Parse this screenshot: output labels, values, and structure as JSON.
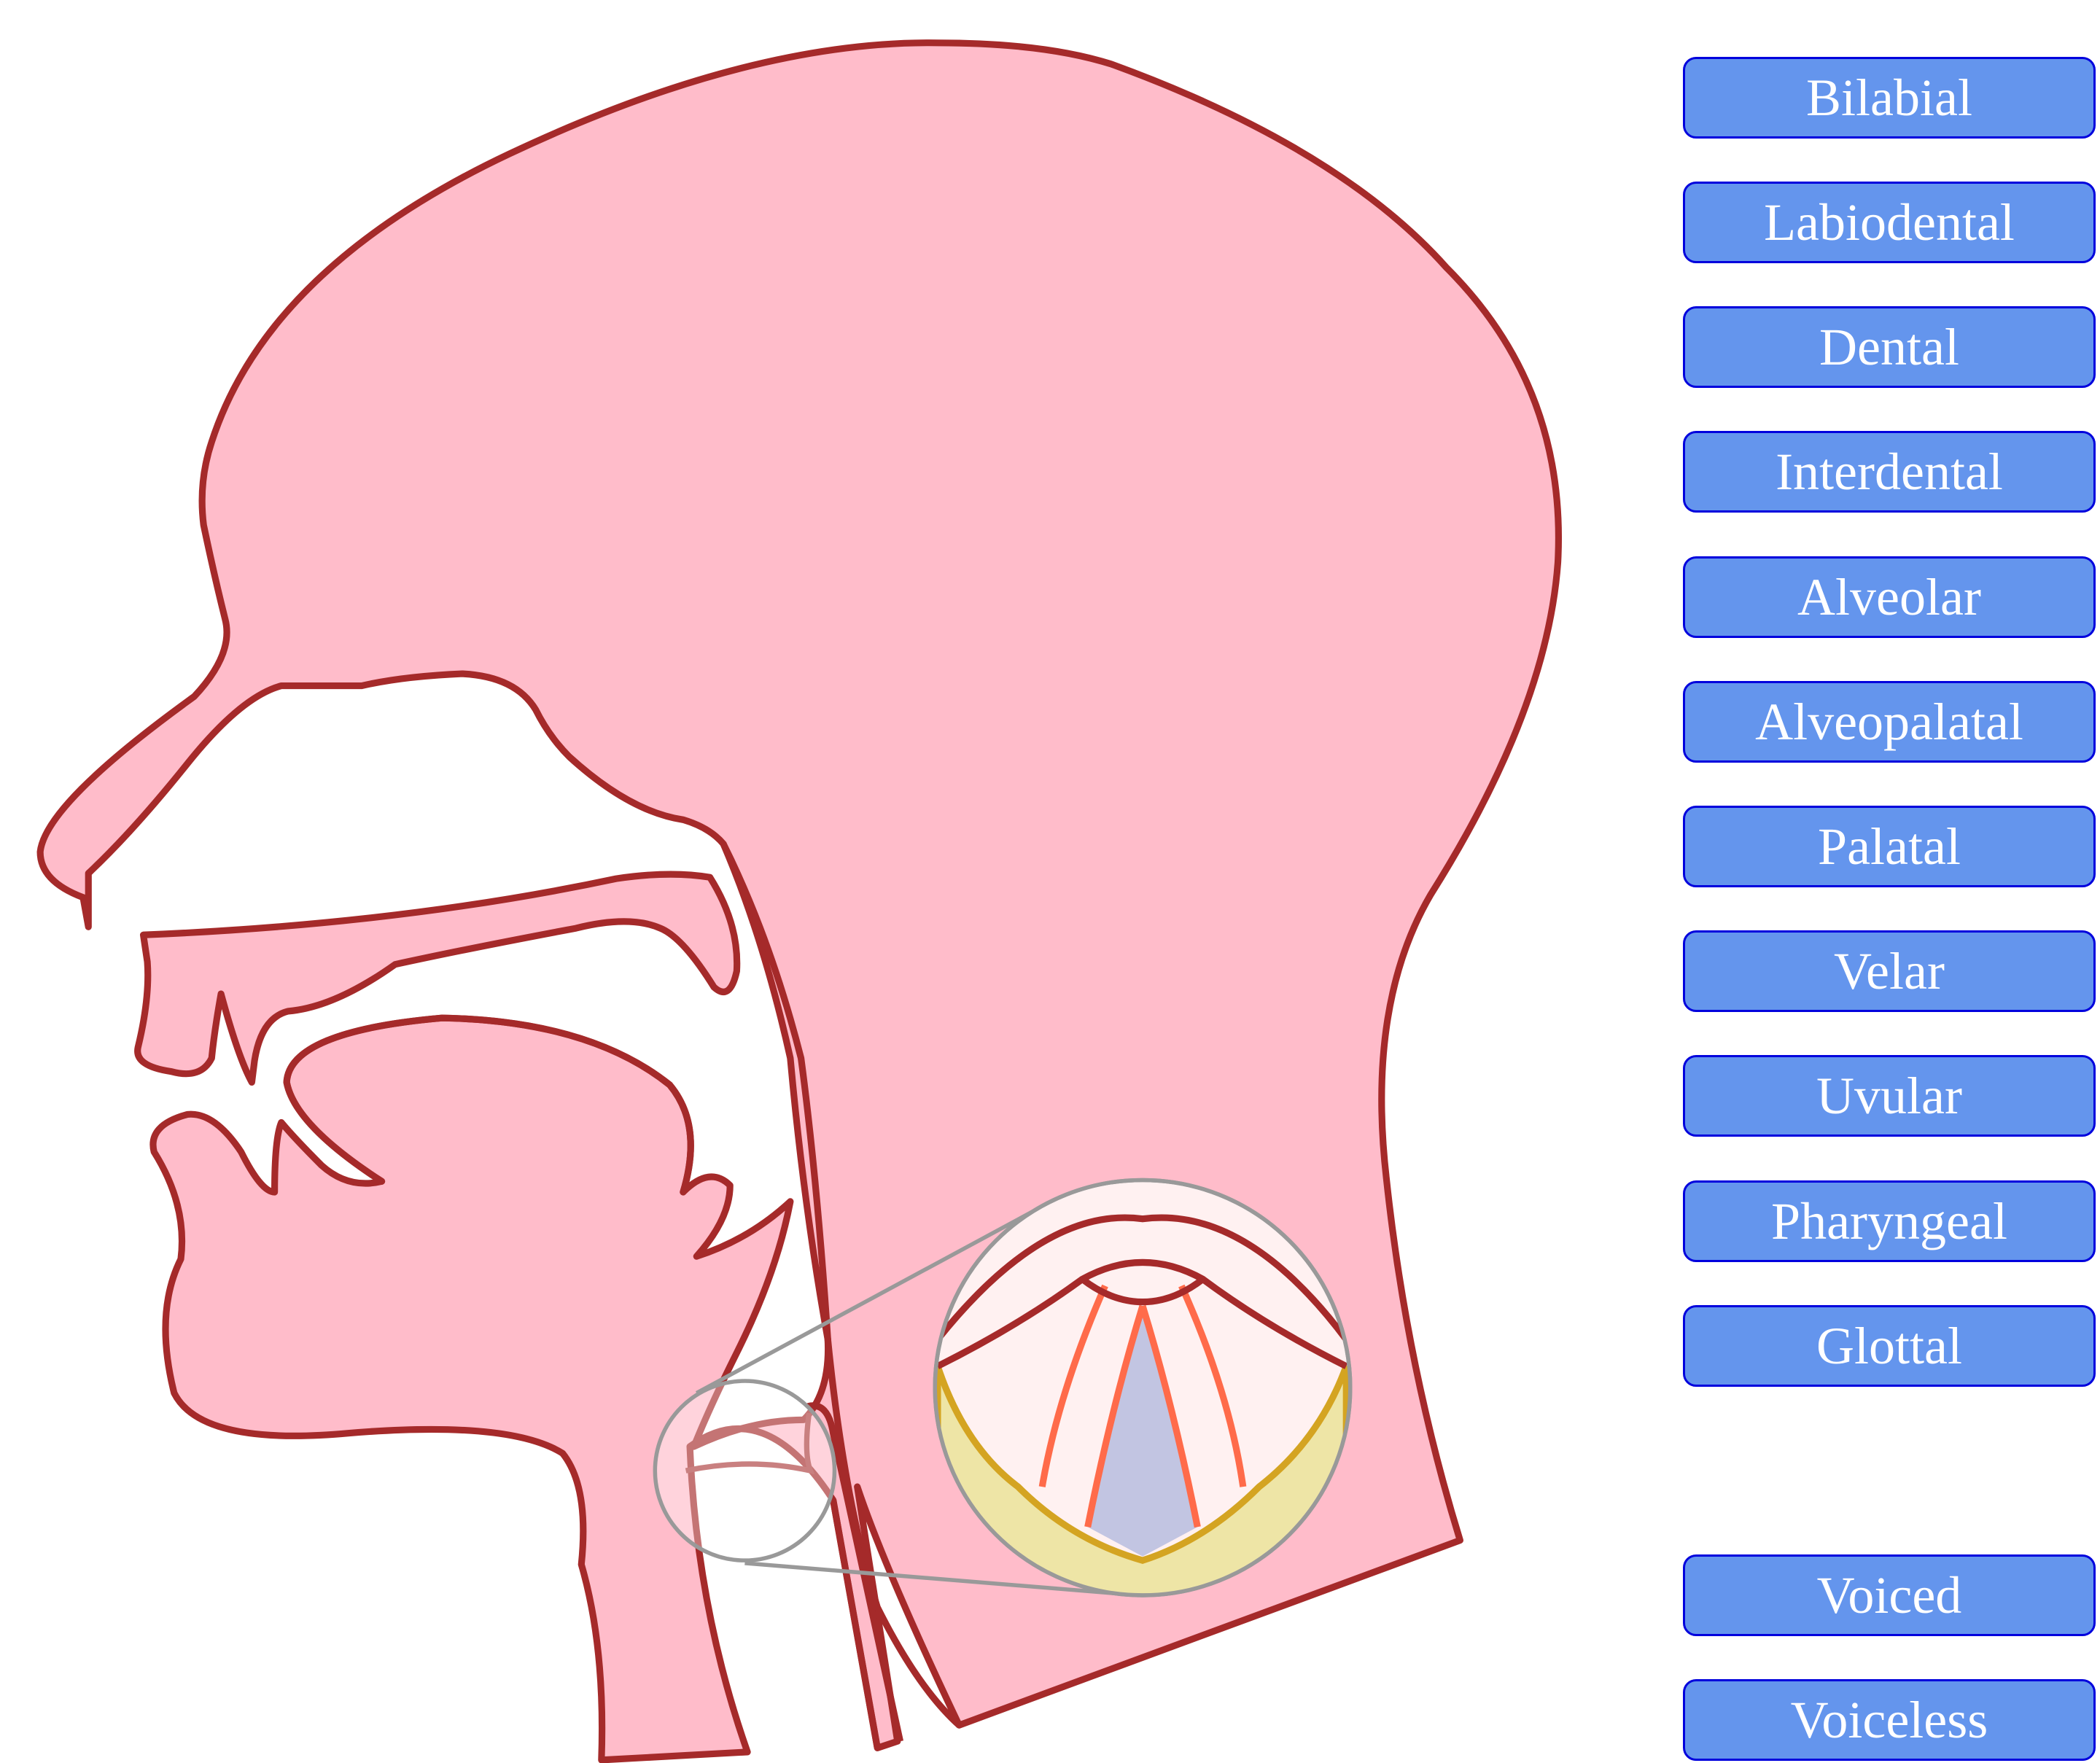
{
  "colors": {
    "skin": "#ffbcca",
    "outline": "#a52a2a",
    "button_fill": "#6495ed",
    "button_border": "#0000dd",
    "button_text": "#ffffff",
    "vocal_fold": "#ff6b4a",
    "glottis_fill": "#c2c5e2",
    "cartilage_fill": "#eee5a6",
    "cartilage_stroke": "#d4a422",
    "magnifier_stroke": "#999999"
  },
  "place_buttons": [
    {
      "label": "Bilabial"
    },
    {
      "label": "Labiodental"
    },
    {
      "label": "Dental"
    },
    {
      "label": "Interdental"
    },
    {
      "label": "Alveolar"
    },
    {
      "label": "Alveopalatal"
    },
    {
      "label": "Palatal"
    },
    {
      "label": "Velar"
    },
    {
      "label": "Uvular"
    },
    {
      "label": "Pharyngeal"
    },
    {
      "label": "Glottal"
    }
  ],
  "voicing_buttons": [
    {
      "label": "Voiced"
    },
    {
      "label": "Voiceless"
    }
  ]
}
